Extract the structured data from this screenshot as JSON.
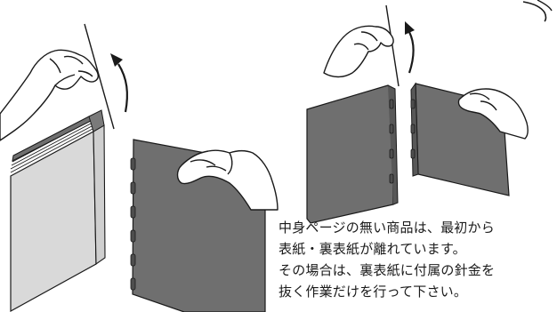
{
  "caption": {
    "lines": [
      "中身ページの無い商品は、最初から",
      "表紙・裏表紙が離れています。",
      "その場合は、裏表紙に付属の針金を",
      "抜く作業だけを行って下さい。"
    ]
  },
  "colors": {
    "cover": "#6f6f6f",
    "cover_dark": "#585858",
    "pages": "#d7d7d7",
    "pages_shade": "#bdbdbd",
    "line": "#1a1a1a",
    "skin": "#ffffff"
  },
  "icons": {
    "arrow": "curved-arrow-up",
    "hand": "hand-pinch",
    "wire": "binding-wire"
  }
}
